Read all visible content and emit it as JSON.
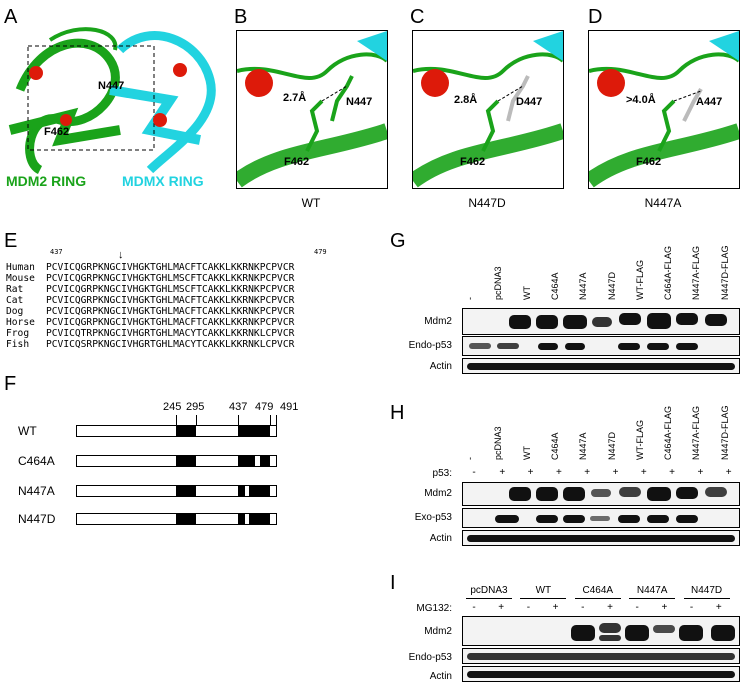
{
  "panels": {
    "A": {
      "letter": "A",
      "labels": {
        "mdm2": "MDM2 RING",
        "mdmx": "MDMX RING",
        "n447": "N447",
        "f462": "F462"
      }
    },
    "B": {
      "letter": "B",
      "dist": "2.7Å",
      "res": "N447",
      "f462": "F462",
      "caption": "WT"
    },
    "C": {
      "letter": "C",
      "dist": "2.8Å",
      "res": "D447",
      "f462": "F462",
      "caption": "N447D"
    },
    "D": {
      "letter": "D",
      "dist": ">4.0Å",
      "res": "A447",
      "f462": "F462",
      "caption": "N447A"
    },
    "E": {
      "letter": "E",
      "start": "437",
      "end": "479",
      "rows": [
        {
          "species": "Human",
          "seq": "PCVICQGRPKNGCIVHGKTGHLMACFTCAKKLKKRNKPCPVCR"
        },
        {
          "species": "Mouse",
          "seq": "PCVICQGRPKNGCIVHGKTGHLMSCFTCAKKLKKRNKPCPVCR"
        },
        {
          "species": "Rat",
          "seq": "PCVICQGRPKNGCIVHGKTGHLMSCFTCAKKLKKRNKPCPVCR"
        },
        {
          "species": "Cat",
          "seq": "PCVICQGRPKNGCIVHGKTGHLMACFTCAKKLKKRNKPCPVCR"
        },
        {
          "species": "Dog",
          "seq": "PCVICQGRPKNGCIVHGKTGHLMACFTCAKKLKKRNKPCPVCR"
        },
        {
          "species": "Horse",
          "seq": "PCVICQGRPKNGCIVHGKTGHLMACFTCAKKLKKRNKPCPVCR"
        },
        {
          "species": "Frog",
          "seq": "PCVICQTRPKNGCIVHGRTGHLMACYTCAKKLKKRNKLCPVCR"
        },
        {
          "species": "Fish",
          "seq": "PCVICQSRPKNGCIVHGRTGHLMACYTCAKKLKKRNKLCPVCR"
        }
      ]
    },
    "F": {
      "letter": "F",
      "positions": [
        "245",
        "295",
        "437",
        "479",
        "491"
      ],
      "constructs": [
        "WT",
        "C464A",
        "N447A",
        "N447D"
      ]
    },
    "G": {
      "letter": "G",
      "lanes": [
        "-",
        "pcDNA3",
        "WT",
        "C464A",
        "N447A",
        "N447D",
        "WT-FLAG",
        "C464A-FLAG",
        "N447A-FLAG",
        "N447D-FLAG"
      ],
      "rows": [
        "Mdm2",
        "Endo-p53",
        "Actin"
      ]
    },
    "H": {
      "letter": "H",
      "lanes": [
        "-",
        "pcDNA3",
        "WT",
        "C464A",
        "N447A",
        "N447D",
        "WT-FLAG",
        "C464A-FLAG",
        "N447A-FLAG",
        "N447D-FLAG"
      ],
      "p53_label": "p53:",
      "p53_signs": [
        "-",
        "+",
        "+",
        "+",
        "+",
        "+",
        "+",
        "+",
        "+",
        "+"
      ],
      "rows": [
        "Mdm2",
        "Exo-p53",
        "Actin"
      ]
    },
    "I": {
      "letter": "I",
      "groups": [
        "pcDNA3",
        "WT",
        "C464A",
        "N447A",
        "N447D"
      ],
      "mg_label": "MG132:",
      "mg_signs": [
        "-",
        "+",
        "-",
        "+",
        "-",
        "+",
        "-",
        "+",
        "-",
        "+"
      ],
      "rows": [
        "Mdm2",
        "Endo-p53",
        "Actin"
      ]
    }
  },
  "colors": {
    "mdm2": "#1aa31a",
    "mdmx": "#22d3e0",
    "oxygen": "#dd1a0a"
  }
}
